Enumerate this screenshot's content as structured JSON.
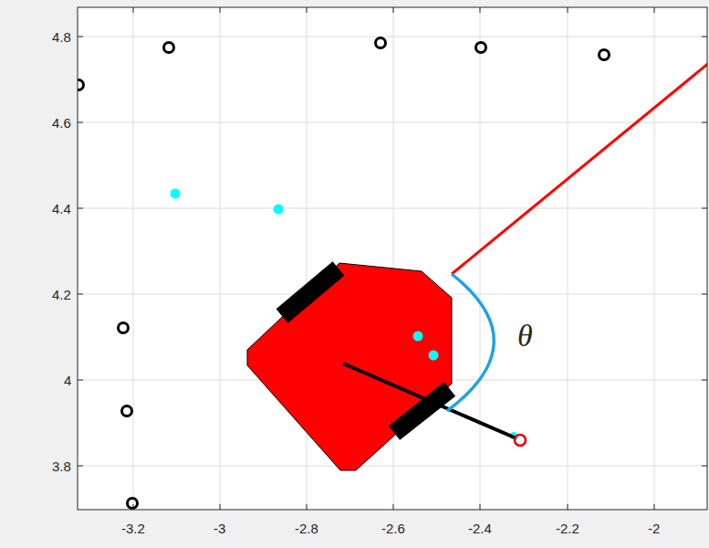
{
  "diagram": {
    "labels": [
      "4.8",
      "4.6",
      "4.4",
      "4.2",
      "4",
      "3.8",
      "-3.2",
      "-3",
      "-2.8",
      "-2.6",
      "-2.4",
      "-2.2",
      "-2",
      "θ"
    ]
  }
}
